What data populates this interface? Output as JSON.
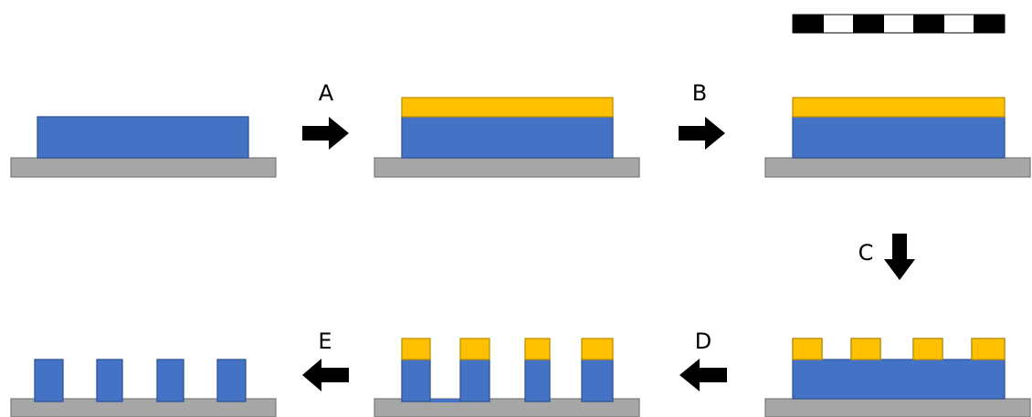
{
  "colors": {
    "substrate": "#a6a6a6",
    "substrate_stroke": "#7f7f7f",
    "polymer": "#4472c4",
    "polymer_stroke": "#2f5597",
    "resist": "#ffc000",
    "resist_stroke": "#bf9000",
    "arrow": "#000000",
    "mask_dark": "#000000",
    "mask_light": "#ffffff"
  },
  "steps": {
    "a": {
      "label": "A",
      "arrow_direction": "right"
    },
    "b": {
      "label": "B",
      "arrow_direction": "right"
    },
    "c": {
      "label": "C",
      "arrow_direction": "down"
    },
    "d": {
      "label": "D",
      "arrow_direction": "left"
    },
    "e": {
      "label": "E",
      "arrow_direction": "left"
    }
  }
}
